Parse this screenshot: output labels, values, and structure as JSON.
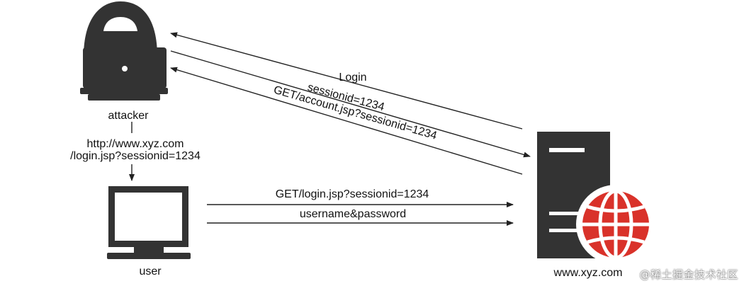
{
  "actors": {
    "attacker": {
      "label": "attacker"
    },
    "user": {
      "label": "user"
    },
    "server": {
      "label": "www.xyz.com"
    }
  },
  "messages": {
    "login": "Login",
    "session": "sessionid=1234",
    "get_account": "GET/account.jsp?sessionid=1234",
    "link_line1": "http://www.xyz.com",
    "link_line2": "/login.jsp?sessionid=1234",
    "get_login": "GET/login.jsp?sessionid=1234",
    "credentials": "username&password"
  },
  "colors": {
    "icon_dark": "#333333",
    "accent_red": "#d9322a",
    "line": "#222222"
  },
  "watermark": "@稀土掘金技术社区"
}
